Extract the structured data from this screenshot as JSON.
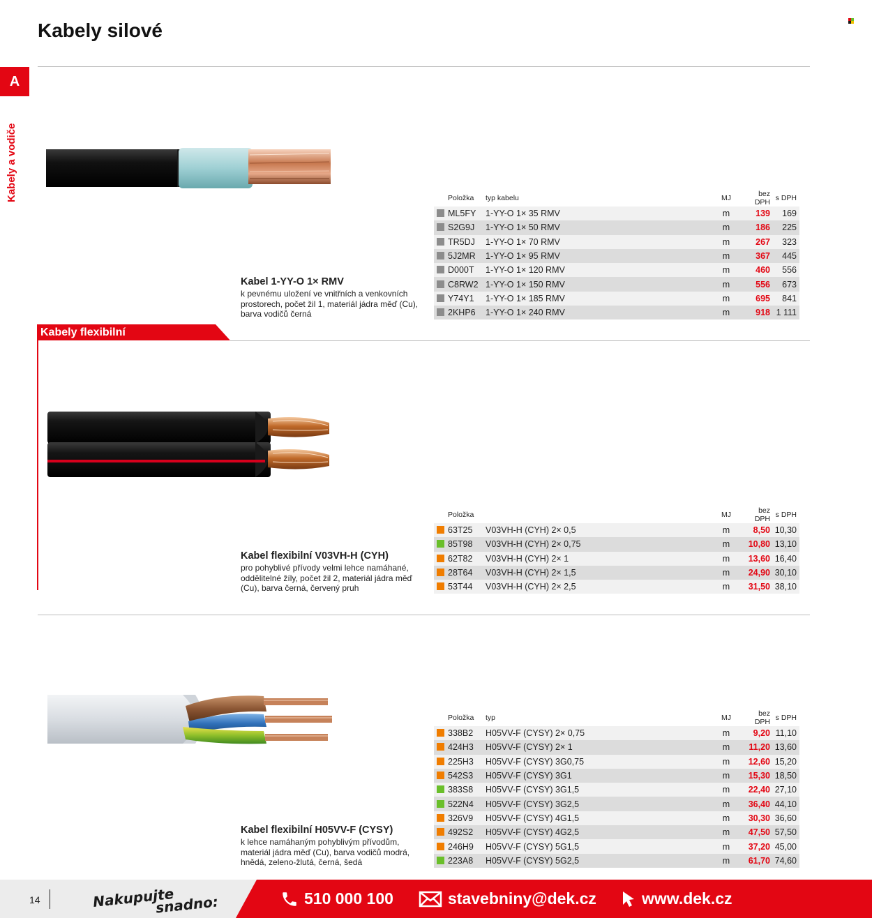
{
  "page": {
    "title": "Kabely silové",
    "side_tab": "A",
    "side_label": "Kabely a vodiče",
    "brand_colors": {
      "accent": "#e30613",
      "gray": "#8c8c8c",
      "orange": "#f07d00",
      "green": "#6abf2a"
    }
  },
  "sections": [
    {
      "header": "",
      "product": {
        "name": "Kabel 1-YY-O 1× RMV",
        "desc": "k pevnému uložení ve vnitřních a venkovních prostorech, počet žil 1, materiál jádra měď (Cu), barva vodičů černá"
      },
      "table": {
        "headers": {
          "code": "Položka",
          "type": "typ kabelu",
          "mj": "MJ",
          "bez": "bez DPH",
          "s": "s DPH"
        },
        "rows": [
          {
            "sw": "gray",
            "code": "ML5FY",
            "type": "1-YY-O 1× 35 RMV",
            "mj": "m",
            "bez": "139",
            "s": "169"
          },
          {
            "sw": "gray",
            "code": "S2G9J",
            "type": "1-YY-O 1× 50 RMV",
            "mj": "m",
            "bez": "186",
            "s": "225"
          },
          {
            "sw": "gray",
            "code": "TR5DJ",
            "type": "1-YY-O 1× 70 RMV",
            "mj": "m",
            "bez": "267",
            "s": "323"
          },
          {
            "sw": "gray",
            "code": "5J2MR",
            "type": "1-YY-O 1× 95 RMV",
            "mj": "m",
            "bez": "367",
            "s": "445"
          },
          {
            "sw": "gray",
            "code": "D000T",
            "type": "1-YY-O 1× 120 RMV",
            "mj": "m",
            "bez": "460",
            "s": "556"
          },
          {
            "sw": "gray",
            "code": "C8RW2",
            "type": "1-YY-O 1× 150 RMV",
            "mj": "m",
            "bez": "556",
            "s": "673"
          },
          {
            "sw": "gray",
            "code": "Y74Y1",
            "type": "1-YY-O 1× 185 RMV",
            "mj": "m",
            "bez": "695",
            "s": "841"
          },
          {
            "sw": "gray",
            "code": "2KHP6",
            "type": "1-YY-O 1× 240 RMV",
            "mj": "m",
            "bez": "918",
            "s": "1 111"
          }
        ]
      }
    },
    {
      "header": "Kabely flexibilní",
      "product": {
        "name": "Kabel flexibilní V03VH-H (CYH)",
        "desc": "pro pohyblivé přívody velmi lehce namáhané, oddělitelné žíly, počet žil 2, materiál jádra měď (Cu), barva černá, červený pruh"
      },
      "table": {
        "headers": {
          "code": "Položka",
          "type": "",
          "mj": "MJ",
          "bez": "bez DPH",
          "s": "s DPH"
        },
        "rows": [
          {
            "sw": "orange",
            "code": "63T25",
            "type": "V03VH-H (CYH) 2× 0,5",
            "mj": "m",
            "bez": "8,50",
            "s": "10,30"
          },
          {
            "sw": "green",
            "code": "85T98",
            "type": "V03VH-H (CYH) 2× 0,75",
            "mj": "m",
            "bez": "10,80",
            "s": "13,10"
          },
          {
            "sw": "orange",
            "code": "62T82",
            "type": "V03VH-H (CYH) 2× 1",
            "mj": "m",
            "bez": "13,60",
            "s": "16,40"
          },
          {
            "sw": "orange",
            "code": "28T64",
            "type": "V03VH-H (CYH) 2× 1,5",
            "mj": "m",
            "bez": "24,90",
            "s": "30,10"
          },
          {
            "sw": "orange",
            "code": "53T44",
            "type": "V03VH-H (CYH) 2× 2,5",
            "mj": "m",
            "bez": "31,50",
            "s": "38,10"
          }
        ]
      }
    },
    {
      "header": "",
      "product": {
        "name": "Kabel flexibilní H05VV-F (CYSY)",
        "desc": "k lehce namáhaným pohyblivým přívodům, materiál jádra měď (Cu), barva vodičů modrá, hnědá, zeleno-žlutá, černá, šedá"
      },
      "table": {
        "headers": {
          "code": "Položka",
          "type": "typ",
          "mj": "MJ",
          "bez": "bez DPH",
          "s": "s DPH"
        },
        "rows": [
          {
            "sw": "orange",
            "code": "338B2",
            "type": "H05VV-F (CYSY) 2× 0,75",
            "mj": "m",
            "bez": "9,20",
            "s": "11,10"
          },
          {
            "sw": "orange",
            "code": "424H3",
            "type": "H05VV-F (CYSY) 2× 1",
            "mj": "m",
            "bez": "11,20",
            "s": "13,60"
          },
          {
            "sw": "orange",
            "code": "225H3",
            "type": "H05VV-F (CYSY) 3G0,75",
            "mj": "m",
            "bez": "12,60",
            "s": "15,20"
          },
          {
            "sw": "orange",
            "code": "542S3",
            "type": "H05VV-F (CYSY) 3G1",
            "mj": "m",
            "bez": "15,30",
            "s": "18,50"
          },
          {
            "sw": "green",
            "code": "383S8",
            "type": "H05VV-F (CYSY) 3G1,5",
            "mj": "m",
            "bez": "22,40",
            "s": "27,10"
          },
          {
            "sw": "green",
            "code": "522N4",
            "type": "H05VV-F (CYSY) 3G2,5",
            "mj": "m",
            "bez": "36,40",
            "s": "44,10"
          },
          {
            "sw": "orange",
            "code": "326V9",
            "type": "H05VV-F (CYSY) 4G1,5",
            "mj": "m",
            "bez": "30,30",
            "s": "36,60"
          },
          {
            "sw": "orange",
            "code": "492S2",
            "type": "H05VV-F (CYSY) 4G2,5",
            "mj": "m",
            "bez": "47,50",
            "s": "57,50"
          },
          {
            "sw": "orange",
            "code": "246H9",
            "type": "H05VV-F (CYSY) 5G1,5",
            "mj": "m",
            "bez": "37,20",
            "s": "45,00"
          },
          {
            "sw": "green",
            "code": "223A8",
            "type": "H05VV-F (CYSY) 5G2,5",
            "mj": "m",
            "bez": "61,70",
            "s": "74,60"
          }
        ]
      }
    }
  ],
  "footer": {
    "page_number": "14",
    "slogan_1": "Nakupujte",
    "slogan_2": "snadno:",
    "phone": "510 000 100",
    "email": "stavebniny@dek.cz",
    "web": "www.dek.cz",
    "icons": [
      "phone-icon",
      "envelope-icon",
      "cursor-icon"
    ]
  }
}
